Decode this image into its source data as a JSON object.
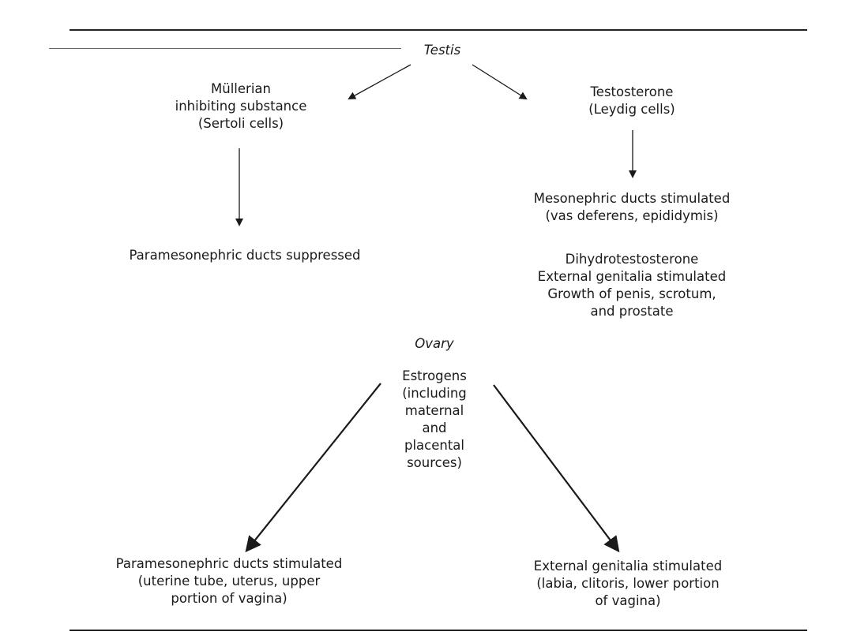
{
  "diagram": {
    "testis": {
      "label": "Testis"
    },
    "mis": {
      "lines": [
        "Müllerian",
        "inhibiting substance",
        "(Sertoli cells)"
      ]
    },
    "testosterone": {
      "lines": [
        "Testosterone",
        "(Leydig cells)"
      ]
    },
    "paramesonephric_suppressed": {
      "lines": [
        "Paramesonephric ducts suppressed"
      ]
    },
    "mesonephric_stimulated": {
      "lines": [
        "Mesonephric ducts stimulated",
        "(vas deferens, epididymis)"
      ]
    },
    "dht": {
      "lines": [
        "Dihydrotestosterone",
        "External genitalia stimulated",
        "Growth of penis, scrotum,",
        "and prostate"
      ]
    },
    "ovary": {
      "label": "Ovary"
    },
    "estrogens": {
      "lines": [
        "Estrogens",
        "(including",
        "maternal",
        "and",
        "placental",
        "sources)"
      ]
    },
    "paramesonephric_stimulated": {
      "lines": [
        "Paramesonephric ducts stimulated",
        "(uterine tube, uterus, upper",
        "portion of vagina)"
      ]
    },
    "external_genitalia_female": {
      "lines": [
        "External genitalia stimulated",
        "(labia, clitoris, lower portion",
        "of vagina)"
      ]
    }
  }
}
